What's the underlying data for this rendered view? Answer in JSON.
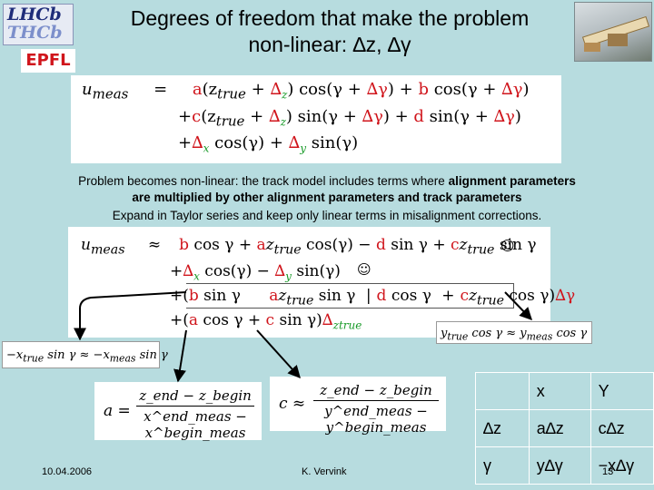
{
  "slide": {
    "title_line1": "Degrees of freedom that make the problem",
    "title_line2": "non-linear: ∆z, ∆γ",
    "logos": {
      "lhcb_line1": "LHCb",
      "lhcb_line2": "THCb",
      "epfl": "EPFL"
    }
  },
  "equation_main": {
    "line1": {
      "lhs": "u",
      "lhs_sub": "meas",
      "eq": "=",
      "a": "a",
      "body1": "(z",
      "sub1": "true",
      "plus": " + ",
      "delta": "∆",
      "dsub": "z",
      "mid": ") cos(γ + ",
      "dg": "∆γ",
      "end": ") + ",
      "b": "b",
      "rest": " cos(γ + ",
      "dg2": "∆γ",
      "close": ")"
    },
    "line2": {
      "plus": "+",
      "c": "c",
      "body": "(z",
      "sub": "true",
      "plus2": " + ",
      "delta": "∆",
      "dsub": "z",
      "mid": ") sin(γ + ",
      "dg": "∆γ",
      "end": ") + ",
      "d": "d",
      "rest": " sin(γ + ",
      "dg2": "∆γ",
      "close": ")"
    },
    "line3": {
      "plus": "+",
      "dx": "∆",
      "dxsub": "x",
      "cos": " cos(γ) + ",
      "dy": "∆",
      "dysub": "y",
      "sin": " sin(γ)"
    }
  },
  "text": {
    "line1_plain": "Problem becomes non-linear: the track model includes terms where ",
    "line1_bold": "alignment parameters",
    "line2_bold": "are multiplied by other alignment parameters and track parameters",
    "line3": "Expand in Taylor series and keep only linear terms in misalignment corrections."
  },
  "equation_taylor": {
    "l1_lhs": "u",
    "l1_sub": "meas",
    "l1_approx": "≈",
    "l1_b": "b",
    "l1_t1": " cos γ + ",
    "l1_a": "a",
    "l1_t2": "z",
    "l1_sub2": "true",
    "l1_t3": " cos(γ) − ",
    "l1_d": "d",
    "l1_t4": " sin γ + ",
    "l1_c": "c",
    "l1_t5": "z",
    "l1_sub3": "true",
    "l1_t6": " sin γ",
    "l2_plus": "+",
    "l2_dx": "∆",
    "l2_dxsub": "x",
    "l2_t1": " cos(γ) − ",
    "l2_dy": "∆",
    "l2_dysub": "y",
    "l2_t2": " sin(γ)",
    "l3_plus": "+(",
    "l3_b": "b",
    "l3_t1": " sin γ",
    "l3_a": "a",
    "l3_t2": "z",
    "l3_sub": "true",
    "l3_t3": " sin γ",
    "l3_bar": "|",
    "l3_d": "d",
    "l3_t4": " cos γ",
    "l3_plus2": "+",
    "l3_c": "c",
    "l3_t5": "z",
    "l3_sub2": "true",
    "l3_t6": " cos γ)",
    "l3_dg": "∆γ",
    "l4_plus": "+(",
    "l4_a": "a",
    "l4_t1": " cos γ + ",
    "l4_c": "c",
    "l4_t2": " sin γ)",
    "l4_dz": "∆",
    "l4_dzsub": "z",
    "l4_dzsub2": "true",
    "smiley": "☺"
  },
  "mini_eqs": {
    "ytrue": "y",
    "ytrue_sub": "true",
    "ytrue_rest": " cos γ ≈ y",
    "ymeas_sub": "meas",
    "ymeas_rest": " cos γ",
    "xtrue_pre": "−x",
    "xtrue_sub": "true",
    "xtrue_rest": " sin γ ≈ −x",
    "xmeas_sub": "meas",
    "xmeas_rest": " sin γ"
  },
  "fractions": {
    "a_lhs": "a =",
    "a_num": "z_end − z_begin",
    "a_den": "x^end_meas − x^begin_meas",
    "c_lhs": "c ≈",
    "c_num": "z_end − z_begin",
    "c_den": "y^end_meas − y^begin_meas"
  },
  "table": {
    "header": [
      "",
      "x",
      "Y"
    ],
    "rows": [
      [
        "∆z",
        "a∆z",
        "c∆z"
      ],
      [
        "γ",
        "y∆γ",
        "−x∆γ"
      ]
    ]
  },
  "footer": {
    "date": "10.04.2006",
    "author": "K. Vervink",
    "page": "13"
  },
  "colors": {
    "background": "#b7dcdf",
    "param_red": "#d0151c",
    "delta_green": "#1a9b2a"
  }
}
